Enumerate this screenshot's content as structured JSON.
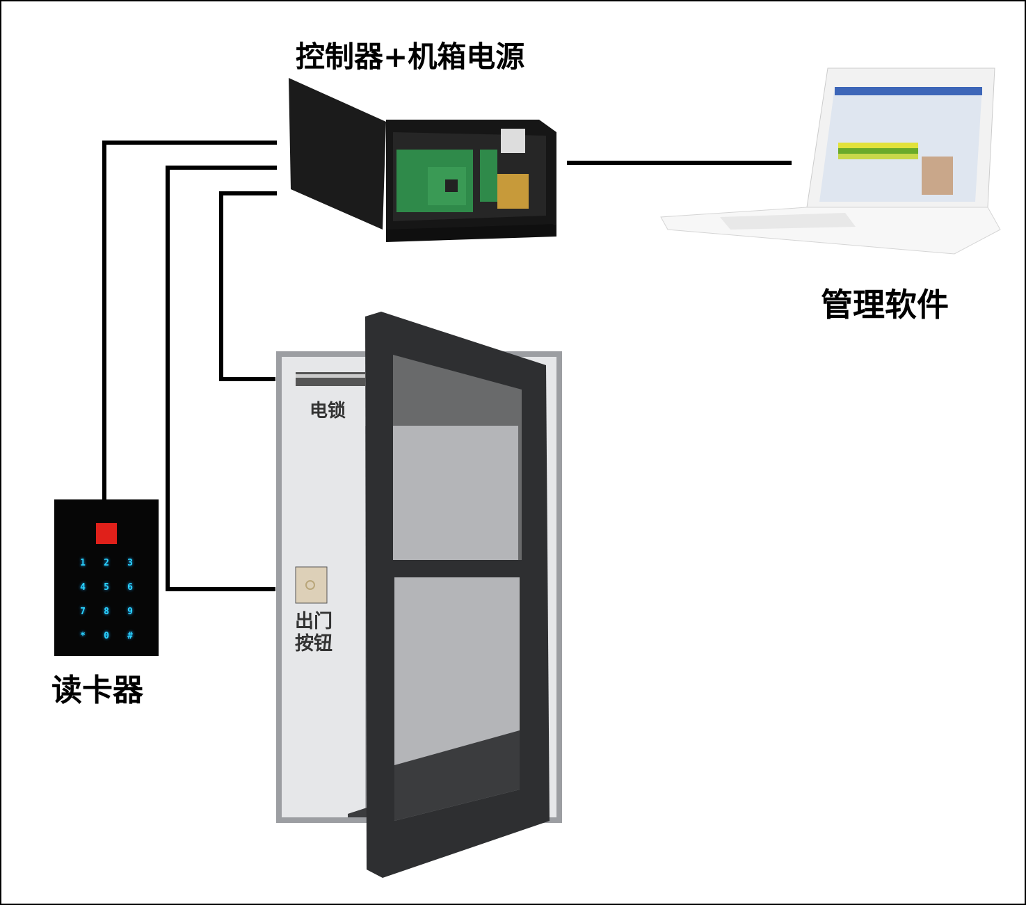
{
  "labels": {
    "controller": "控制器+机箱电源",
    "software": "管理软件",
    "reader": "读卡器",
    "lock": "电锁",
    "exit_button_line1": "出门",
    "exit_button_line2": "按钮"
  },
  "keypad": {
    "keys": [
      "1",
      "2",
      "3",
      "4",
      "5",
      "6",
      "7",
      "8",
      "9",
      "*",
      "0",
      "#"
    ],
    "key_color": "#2ad4ff",
    "logo_color": "#e0201a"
  },
  "colors": {
    "wire": "#000000",
    "door": "#2e2f31",
    "controller_box": "#1c1c1c",
    "pcb": "#2f8a4a"
  }
}
